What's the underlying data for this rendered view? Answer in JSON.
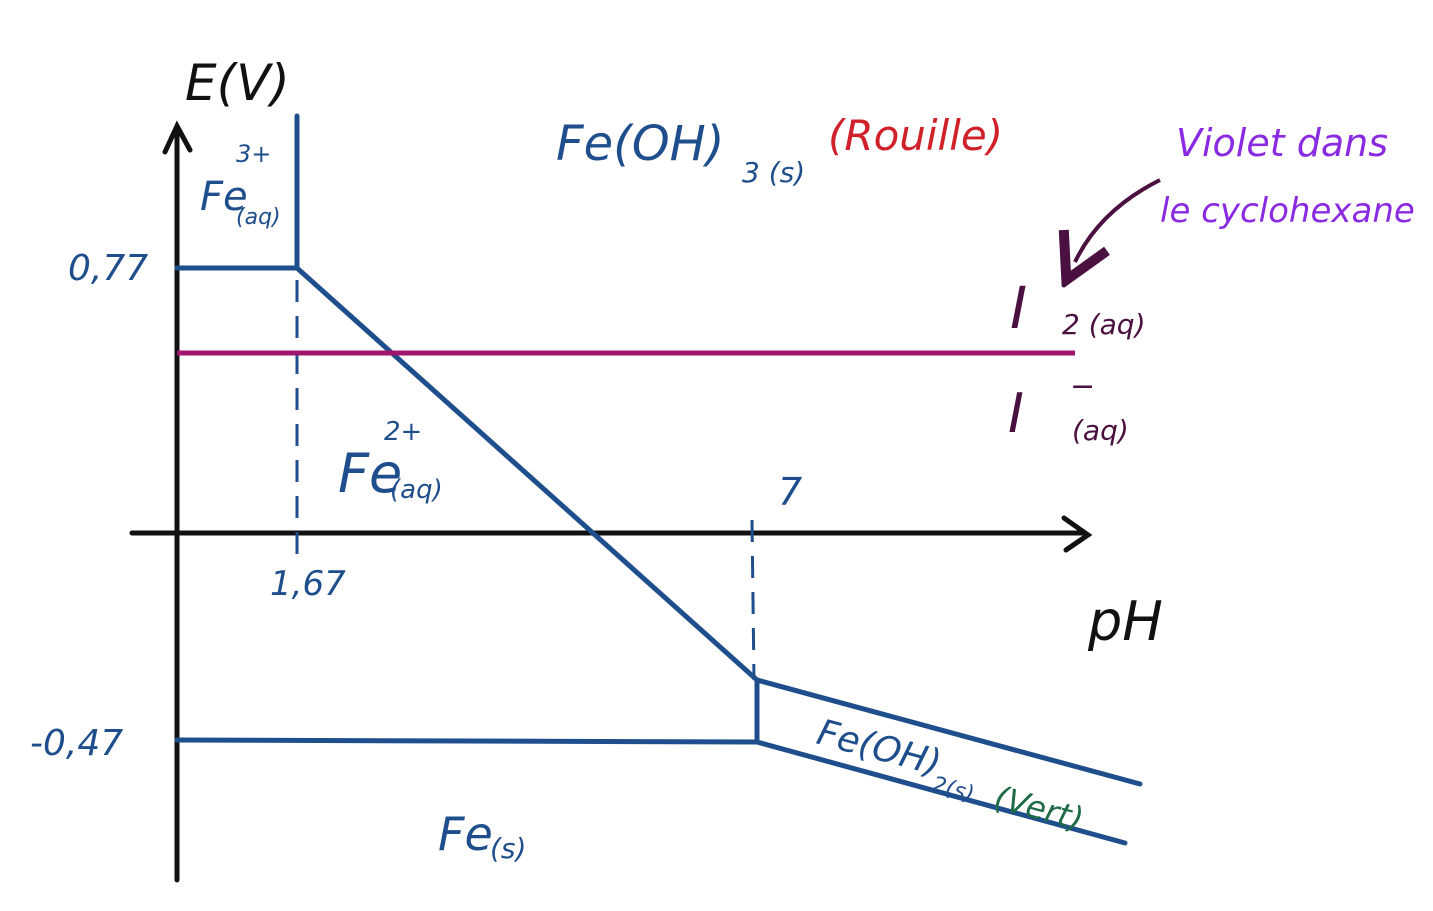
{
  "axes": {
    "y_label": "E(V)",
    "x_label": "pH",
    "y_ticks": [
      "0,77",
      "-0,47"
    ],
    "x_ticks": [
      "1,67",
      "7"
    ]
  },
  "species": {
    "fe3": {
      "base": "Fe",
      "sup": "3+",
      "sub": "(aq)"
    },
    "fe2": {
      "base": "Fe",
      "sup": "2+",
      "sub": "(aq)"
    },
    "feoh3": {
      "base": "Fe(OH)",
      "sub": "3 (s)",
      "note": "(Rouille)"
    },
    "feoh2": {
      "base": "Fe(OH)",
      "sub": "2(s)",
      "note": "(Vert)"
    },
    "fe": {
      "base": "Fe",
      "sub": "(s)"
    },
    "i2": {
      "base": "I",
      "sub": "2 (aq)"
    },
    "iminus": {
      "base": "I",
      "sup": "−",
      "sub": "(aq)"
    }
  },
  "annotation": {
    "line1": "Violet dans",
    "line2": "le cyclohexane"
  },
  "colors": {
    "axis": "#111111",
    "iron": "#1f4e8c",
    "iodine_line": "#a0166e",
    "iodine_text": "#4a1040",
    "rust": "#d0212b",
    "green": "#1e6b45",
    "violet": "#8a2be2",
    "arrow": "#4a1040"
  }
}
